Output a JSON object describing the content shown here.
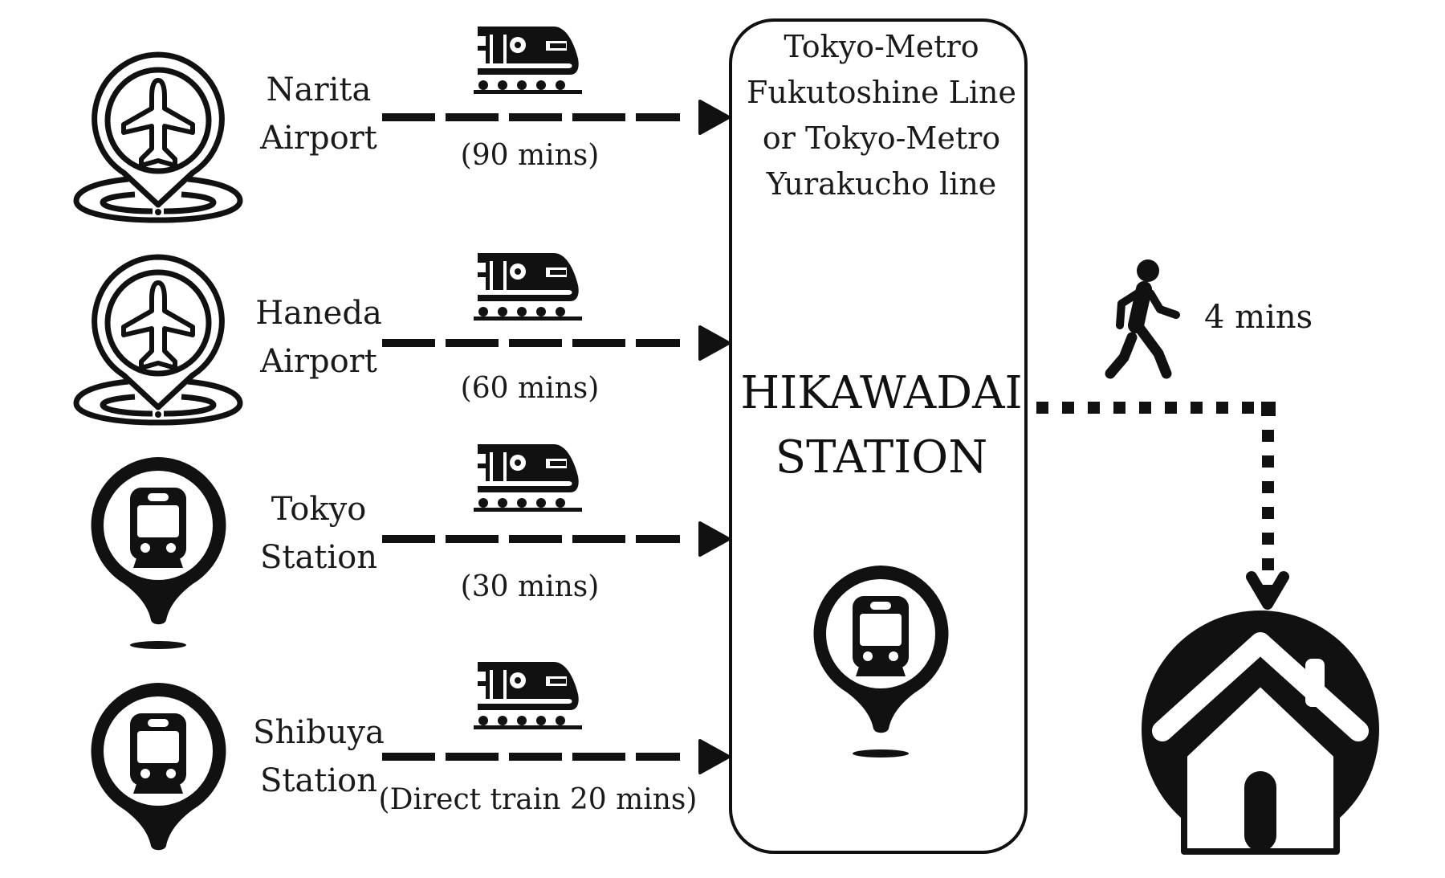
{
  "diagram": {
    "title": "Access to Hikawadai Station",
    "colors": {
      "ink": "#111111",
      "background": "#ffffff"
    },
    "origins": [
      {
        "name": "Narita Airport",
        "lines": [
          "Narita",
          "Airport"
        ],
        "icon": "airport-pin-icon",
        "travel_time": "(90 mins)",
        "mode": "train"
      },
      {
        "name": "Haneda Airport",
        "lines": [
          "Haneda",
          "Airport"
        ],
        "icon": "airport-pin-icon",
        "travel_time": "(60 mins)",
        "mode": "train"
      },
      {
        "name": "Tokyo Station",
        "lines": [
          "Tokyo",
          "Station"
        ],
        "icon": "train-station-pin-icon",
        "travel_time": "(30 mins)",
        "mode": "train"
      },
      {
        "name": "Shibuya Station",
        "lines": [
          "Shibuya",
          "Station"
        ],
        "icon": "train-station-pin-icon",
        "travel_time": "(Direct train 20 mins)",
        "mode": "train"
      }
    ],
    "hub": {
      "lines_text": [
        "Tokyo-Metro",
        "Fukutoshine Line",
        "or Tokyo-Metro",
        "Yurakucho line"
      ],
      "name_lines": [
        "HIKAWADAI",
        "STATION"
      ],
      "icon": "train-station-pin-icon"
    },
    "walk": {
      "time": "4 mins",
      "icon": "pedestrian-icon"
    },
    "destination": {
      "icon": "home-icon"
    }
  }
}
